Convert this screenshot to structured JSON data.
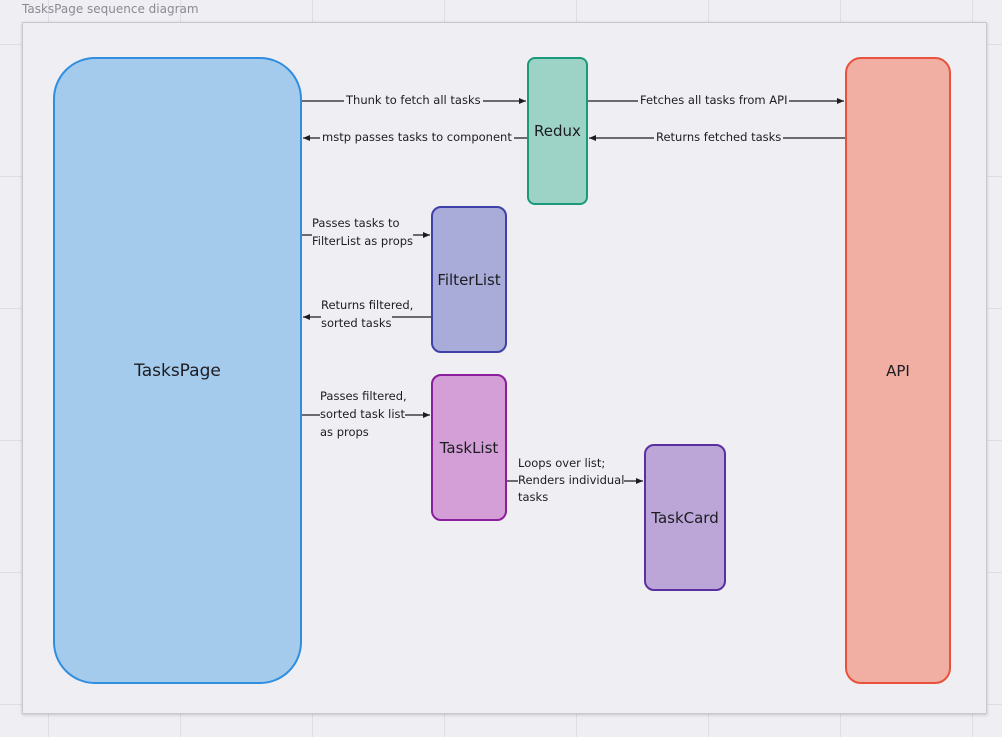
{
  "frame": {
    "title": "TasksPage sequence diagram"
  },
  "nodes": {
    "tasks_page": "TasksPage",
    "redux": "Redux",
    "filter_list": "FilterList",
    "task_list": "TaskList",
    "task_card": "TaskCard",
    "api": "API"
  },
  "edges": {
    "thunk": "Thunk to fetch all tasks",
    "mstp": "mstp passes tasks to component",
    "fetches": "Fetches all tasks from API",
    "returns_fetched": "Returns fetched tasks",
    "passes_tasks_1": "Passes tasks to",
    "passes_tasks_2": "FilterList as props",
    "returns_filtered_1": "Returns filtered,",
    "returns_filtered_2": "sorted tasks",
    "passes_filtered_1": "Passes filtered,",
    "passes_filtered_2": "sorted task list",
    "passes_filtered_3": "as props",
    "loops_1": "Loops over list;",
    "loops_2": "Renders individual",
    "loops_3": "tasks"
  },
  "colors": {
    "tasks_page": "#a5cbec",
    "redux": "#9dd3c6",
    "filter_list": "#a9abd8",
    "task_list": "#d39fd6",
    "task_card": "#bba6d7",
    "api": "#f1afa4"
  }
}
